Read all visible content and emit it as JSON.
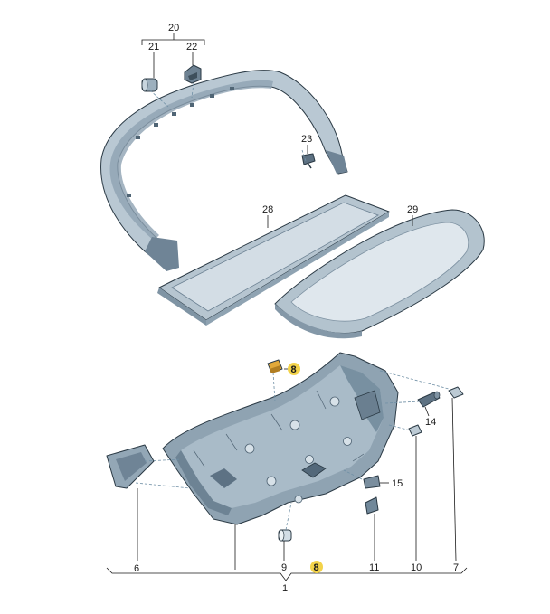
{
  "callouts": {
    "c1": "1",
    "c6": "6",
    "c7": "7",
    "c8a": "8",
    "c8b": "8",
    "c9": "9",
    "c10": "10",
    "c11": "11",
    "c14": "14",
    "c15": "15",
    "c20": "20",
    "c21": "21",
    "c22": "22",
    "c23": "23",
    "c28": "28",
    "c29": "29"
  },
  "colors": {
    "part_fill": "#aebfcc",
    "part_shadow": "#7d93a3",
    "part_dark": "#4f6373",
    "highlight_badge": "#f3d34a",
    "panel_light": "#c9d6df"
  }
}
